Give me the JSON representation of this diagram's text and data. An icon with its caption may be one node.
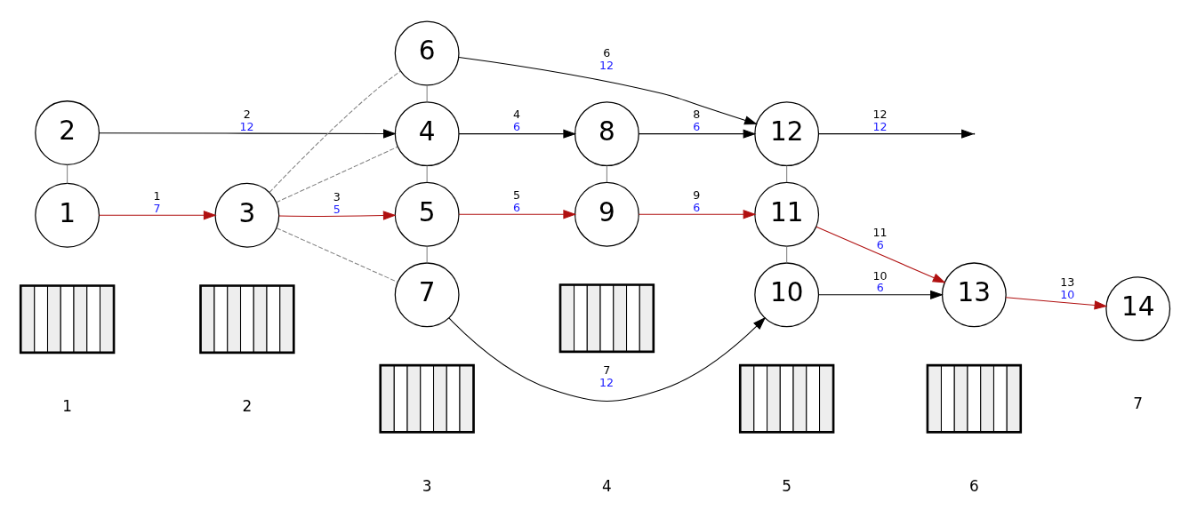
{
  "diagram": {
    "nodes": [
      {
        "text": [
          "1"
        ]
      },
      {
        "text": [
          "2"
        ]
      },
      {
        "text": [
          "3"
        ]
      },
      {
        "text": [
          "4"
        ]
      },
      {
        "text": [
          "5"
        ]
      },
      {
        "text": [
          "6"
        ]
      },
      {
        "text": [
          "7"
        ]
      },
      {
        "text": [
          "8"
        ]
      },
      {
        "text": [
          "9"
        ]
      },
      {
        "text": [
          "10"
        ]
      },
      {
        "text": [
          "11"
        ]
      },
      {
        "text": [
          "12"
        ]
      },
      {
        "text": [
          "13"
        ]
      },
      {
        "text": [
          "14"
        ]
      },
      {
        "text": [],
        "shape": "bar"
      },
      {
        "text": [],
        "shape": "bar"
      },
      {
        "text": [],
        "shape": "bar"
      },
      {
        "text": [],
        "shape": "bar"
      },
      {
        "text": [],
        "shape": "bar"
      },
      {
        "text": [],
        "shape": "bar"
      }
    ],
    "edges": [
      {
        "from": 0,
        "to": 2,
        "arrow": "to",
        "label": "1 7",
        "color": "#b01010"
      },
      {
        "from": 1,
        "to": 3,
        "arrow": "to",
        "label": "2 12",
        "color": "#000000"
      },
      {
        "from": 2,
        "to": 4,
        "arrow": "to",
        "label": "3 5",
        "color": "#b01010"
      },
      {
        "from": 3,
        "to": 7,
        "arrow": "to",
        "label": "4 6",
        "color": "#000000"
      },
      {
        "from": 4,
        "to": 8,
        "arrow": "to",
        "label": "5 6",
        "color": "#b01010"
      },
      {
        "from": 5,
        "to": 11,
        "arrow": "to",
        "label": "6 12",
        "color": "#000000"
      },
      {
        "from": 6,
        "to": 9,
        "arrow": "to",
        "label": "7 12",
        "color": "#000000"
      },
      {
        "from": 7,
        "to": 11,
        "arrow": "to",
        "label": "8 6",
        "color": "#000000"
      },
      {
        "from": 8,
        "to": 10,
        "arrow": "to",
        "label": "9 6",
        "color": "#b01010"
      },
      {
        "from": 9,
        "to": 12,
        "arrow": "to",
        "label": "10 6",
        "color": "#000000"
      },
      {
        "from": 10,
        "to": 12,
        "arrow": "to",
        "label": "11 6",
        "color": "#b01010"
      },
      {
        "from": 11,
        "to": null,
        "arrow": "to",
        "label": "12 12",
        "color": "#000000"
      },
      {
        "from": 12,
        "to": 13,
        "arrow": "to",
        "label": "13 10",
        "color": "#b01010"
      },
      {
        "from": 2,
        "to": 5,
        "arrow": "none",
        "style": "dashed",
        "color": "#808080"
      },
      {
        "from": 2,
        "to": 3,
        "arrow": "none",
        "style": "dashed",
        "color": "#808080"
      },
      {
        "from": 2,
        "to": 6,
        "arrow": "none",
        "style": "dashed",
        "color": "#808080"
      },
      {
        "from": 1,
        "to": 0,
        "arrow": "none",
        "color": "#808080"
      },
      {
        "from": 5,
        "to": 3,
        "arrow": "none",
        "color": "#808080"
      },
      {
        "from": 3,
        "to": 4,
        "arrow": "none",
        "color": "#808080"
      },
      {
        "from": 4,
        "to": 6,
        "arrow": "none",
        "color": "#808080"
      },
      {
        "from": 7,
        "to": 8,
        "arrow": "none",
        "color": "#808080"
      },
      {
        "from": 11,
        "to": 10,
        "arrow": "none",
        "color": "#808080"
      },
      {
        "from": 10,
        "to": 9,
        "arrow": "none",
        "color": "#808080"
      }
    ],
    "labels": [
      "1",
      "2",
      "3",
      "4",
      "5",
      "6",
      "7"
    ]
  }
}
